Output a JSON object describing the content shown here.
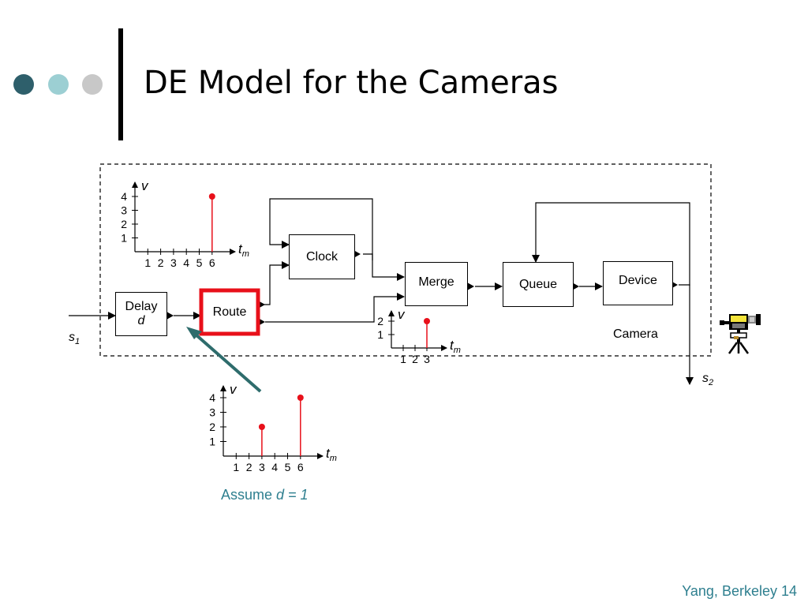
{
  "slide": {
    "title": "DE Model for the Cameras",
    "footer": "Yang, Berkeley 14",
    "bullet_colors": [
      "#2e5f6b",
      "#9ccfd3",
      "#c8c8c8"
    ]
  },
  "diagram": {
    "blocks": {
      "delay": "Delay",
      "delay_param": "d",
      "route": "Route",
      "clock": "Clock",
      "merge": "Merge",
      "queue": "Queue",
      "device": "Device"
    },
    "container_label": "Camera",
    "input_signal": {
      "name": "s",
      "sub": "1"
    },
    "output_signal": {
      "name": "s",
      "sub": "2"
    },
    "highlight_color": "#e8101a",
    "arrow_color": "#2e6c6c",
    "annotation": {
      "prefix": "Assume ",
      "expr": "d = 1"
    }
  },
  "chart_data": [
    {
      "type": "stem",
      "location": "top-left",
      "ylabel": "v",
      "xlabel": {
        "name": "t",
        "sub": "m"
      },
      "x_ticks": [
        1,
        2,
        3,
        4,
        5,
        6
      ],
      "y_ticks": [
        1,
        2,
        3,
        4
      ],
      "points": [
        {
          "x": 6,
          "y": 4
        }
      ]
    },
    {
      "type": "stem",
      "location": "merge-input",
      "ylabel": "v",
      "xlabel": {
        "name": "t",
        "sub": "m"
      },
      "x_ticks": [
        1,
        2,
        3
      ],
      "y_ticks": [
        1,
        2
      ],
      "points": [
        {
          "x": 3,
          "y": 2
        }
      ]
    },
    {
      "type": "stem",
      "location": "route-input",
      "ylabel": "v",
      "xlabel": {
        "name": "t",
        "sub": "m"
      },
      "x_ticks": [
        1,
        2,
        3,
        4,
        5,
        6
      ],
      "y_ticks": [
        1,
        2,
        3,
        4
      ],
      "points": [
        {
          "x": 3,
          "y": 2
        },
        {
          "x": 6,
          "y": 4
        }
      ]
    }
  ]
}
